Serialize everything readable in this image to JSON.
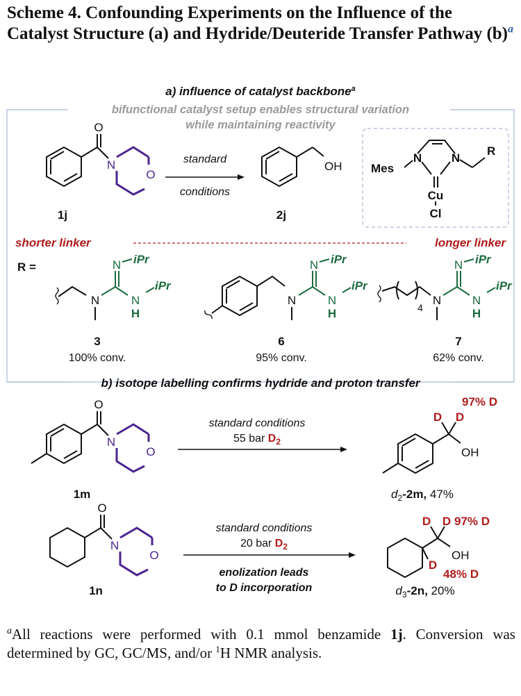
{
  "caption": {
    "title": "Scheme 4. Confounding Experiments on the Influence of the Catalyst Structure (a) and Hydride/Deuteride Transfer Pathway (b)",
    "mark": "a"
  },
  "section_a": {
    "header": "a) influence of catalyst backbone",
    "header_sup": "a",
    "subtitle_line1": "bifunctional catalyst setup enables structural variation",
    "subtitle_line2": "while maintaining reactivity",
    "arrow_top": "standard",
    "arrow_bottom": "conditions",
    "substrate_label": "1j",
    "product_label": "2j",
    "product_oh": "OH",
    "catalyst": {
      "mes": "Mes",
      "n1": "N",
      "n2": "N",
      "r": "R",
      "cu": "Cu",
      "cl": "Cl"
    },
    "shorter_linker": "shorter linker",
    "longer_linker": "longer linker",
    "r_equals": "R =",
    "guanidine": {
      "n_ipr": "N",
      "ipr": "iPr",
      "nh": "N",
      "h": "H",
      "n_me": "N"
    },
    "linker_subscript": "4",
    "compounds": [
      {
        "label": "3",
        "conv": "100% conv."
      },
      {
        "label": "6",
        "conv": "95% conv."
      },
      {
        "label": "7",
        "conv": "62% conv."
      }
    ]
  },
  "section_b": {
    "header": "b) isotope labelling confirms hydride and proton transfer",
    "row1": {
      "arrow_top": "standard conditions",
      "pressure": "55 bar",
      "gas": "D",
      "gas_sub": "2",
      "substrate_label": "1m",
      "product_prefix": "d",
      "product_prefix_sub": "2",
      "product_label": "-2m,",
      "yield": "47%",
      "d1": "D",
      "d2": "D",
      "oh": "OH",
      "percent_d": "97% D"
    },
    "row2": {
      "arrow_top": "standard conditions",
      "pressure": "20 bar",
      "gas": "D",
      "gas_sub": "2",
      "arrow_bottom_line1": "enolization leads",
      "arrow_bottom_line2": "to D incorporation",
      "substrate_label": "1n",
      "product_prefix": "d",
      "product_prefix_sub": "3",
      "product_label": "-2n,",
      "yield": "20%",
      "d1": "D",
      "d2": "D",
      "d3": "D",
      "oh": "OH",
      "percent_d_top": "97% D",
      "percent_d_bottom": "48% D"
    }
  },
  "morpholine": {
    "n": "N",
    "o": "O"
  },
  "carbonyl_o": "O",
  "footnote": {
    "mark": "a",
    "text_before": "All reactions were performed with 0.1 mmol benzamide ",
    "bold": "1j",
    "text_middle": ". Conversion was determined by GC, GC/MS, and/or ",
    "sup": "1",
    "text_after": "H NMR analysis."
  },
  "colors": {
    "purple": "#4a2590",
    "green": "#1b6b3f",
    "red": "#b01c1c",
    "gray": "#9a9a9a",
    "frame": "#a9b6d6"
  }
}
